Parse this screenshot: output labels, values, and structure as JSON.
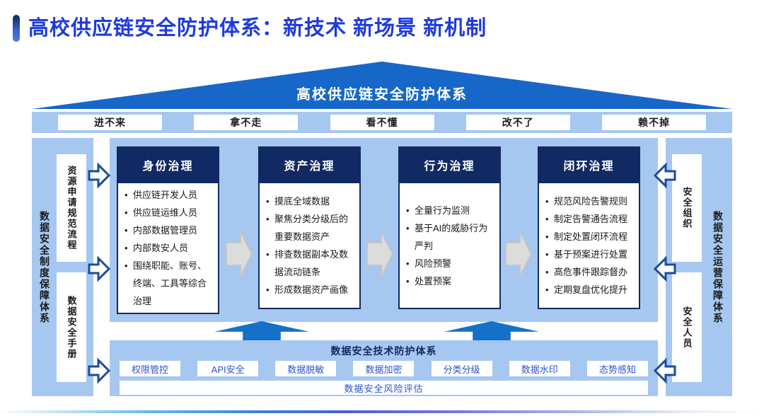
{
  "header": {
    "title": "高校供应链安全防护体系：新技术 新场景 新机制"
  },
  "roof": {
    "title": "高校供应链安全防护体系"
  },
  "eaves": {
    "items": [
      "进不来",
      "拿不走",
      "看不懂",
      "改不了",
      "赖不掉"
    ]
  },
  "left_sidebar": {
    "label": "数据安全制度保障体系",
    "boxes": [
      "资源申请规范流程",
      "数据安全手册"
    ]
  },
  "right_sidebar": {
    "label": "数据安全运营保障体系",
    "boxes": [
      "安全组织",
      "安全人员"
    ]
  },
  "pillars": [
    {
      "title": "身份治理",
      "items": [
        "供应链开发人员",
        "供应链运维人员",
        "内部数据管理员",
        "内部数安人员",
        "围绕职能、账号、终端、工具等综合治理"
      ]
    },
    {
      "title": "资产治理",
      "items": [
        "摸底全域数据",
        "聚焦分类分级后的重要数据资产",
        "排查数据副本及数据流动链条",
        "形成数据资产画像"
      ]
    },
    {
      "title": "行为治理",
      "items": [
        "全量行为监测",
        "基于AI的威胁行为严判",
        "风险预警",
        "处置预案"
      ]
    },
    {
      "title": "闭环治理",
      "items": [
        "规范风险告警规则",
        "制定告警通告流程",
        "制定处置闭环流程",
        "基于预案进行处置",
        "高危事件跟踪督办",
        "定期复盘优化提升"
      ]
    }
  ],
  "tech": {
    "title": "数据安全技术防护体系",
    "chips": [
      "权限管控",
      "API安全",
      "数据脱敏",
      "数据加密",
      "分类分级",
      "数据水印",
      "态势感知"
    ],
    "risk_bar": "数据安全风险评估"
  },
  "colors": {
    "title_blue": "#1e3ae0",
    "roof_blue": "#1767c8",
    "light_blue": "#a6c7ef",
    "navy": "#112a63",
    "chip_text_blue": "#2a52cf",
    "up_arrow_blue": "#1470c8",
    "flow_arrow_gray": "#dcdcdc"
  }
}
